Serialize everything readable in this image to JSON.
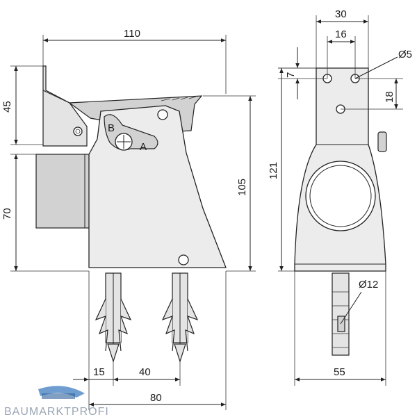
{
  "dimensions": {
    "front_width": "110",
    "front_upper_height": "45",
    "front_lower_height": "70",
    "front_height": "105",
    "dowel_offset": "15",
    "dowel_spacing": "40",
    "base_width": "80",
    "side_hole_spacing_outer": "30",
    "side_hole_spacing_inner": "16",
    "hole_diameter": "Ø5",
    "top_offset": "7",
    "hole_vertical": "18",
    "side_height": "121",
    "dowel_diameter": "Ø12",
    "side_base_width": "55"
  },
  "labels": {
    "position_a": "A",
    "position_b": "B"
  },
  "brand": {
    "name": "BAUMARKTPROFI"
  },
  "colors": {
    "line": "#222222",
    "body": "#ececec",
    "logo": "#9aa6b4"
  }
}
